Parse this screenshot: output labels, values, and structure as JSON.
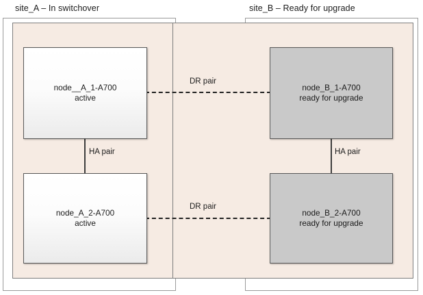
{
  "diagram": {
    "sites": [
      {
        "id": "site_A",
        "title": "site_A – In switchover",
        "nodes": [
          {
            "name": "node__A_1-A700",
            "state": "active"
          },
          {
            "name": "node_A_2-A700",
            "state": "active"
          }
        ],
        "ha_label": "HA pair"
      },
      {
        "id": "site_B",
        "title": "site_B – Ready for upgrade",
        "nodes": [
          {
            "name": "node_B_1-A700",
            "state": "ready for upgrade"
          },
          {
            "name": "node_B_2-A700",
            "state": "ready for upgrade"
          }
        ],
        "ha_label": "HA pair"
      }
    ],
    "dr_links": [
      {
        "label": "DR pair"
      },
      {
        "label": "DR pair"
      }
    ],
    "colors": {
      "site_background": "#f6ebe3",
      "site_border": "#7d7d7d",
      "outer_border": "#9a9a9a",
      "active_node_fill": "#ffffff",
      "upgrade_node_fill": "#c9c9c9",
      "node_border": "#595959",
      "link_color": "#1f1f1f",
      "text_color": "#1a1a1a"
    }
  }
}
